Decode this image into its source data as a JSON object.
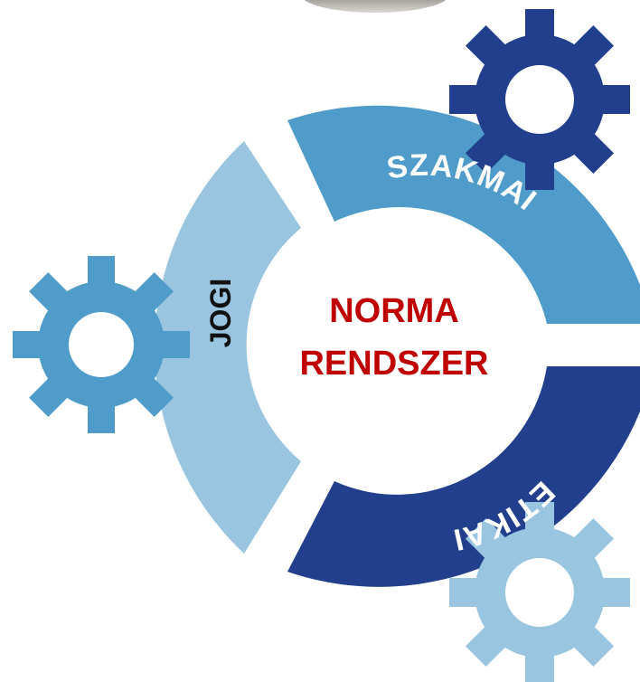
{
  "diagram": {
    "center_title_line1": "NORMA",
    "center_title_line2": "RENDSZER",
    "segments": [
      {
        "key": "szakmai",
        "label": "SZAKMAI",
        "color": "#4f9bca"
      },
      {
        "key": "etikai",
        "label": "ETIKAI",
        "color": "#213f8c"
      },
      {
        "key": "jogi",
        "label": "JOGI",
        "color": "#9ac5e0"
      }
    ],
    "colors": {
      "center_text": "#c00000",
      "jogi_label": "#111111",
      "segment_label": "#ffffff",
      "gear_top_right": "#213f8c",
      "gear_left": "#4f9bca",
      "gear_bottom_right": "#9ac5e0",
      "stone": "#8e8a86"
    }
  }
}
